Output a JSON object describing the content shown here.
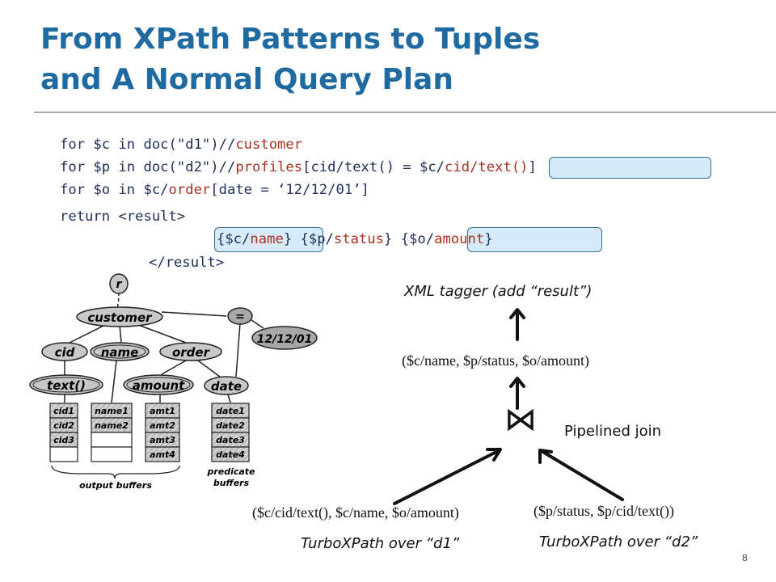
{
  "slide": {
    "title_line1": "From XPath Patterns to Tuples",
    "title_line2": "and A Normal Query Plan",
    "page_number": "8"
  },
  "query": {
    "line1": {
      "a": "for $c in doc(\"d1\")//",
      "b": "customer"
    },
    "line2": {
      "a": "for $p in doc(\"d2\")//",
      "b": "profiles",
      "c": "[cid/text() = $c/",
      "d": "cid/text()",
      "e": "]"
    },
    "line3": {
      "a": "for $o in $c/",
      "b": "order",
      "c": "[date = ‘12/12/01’]"
    },
    "line4": {
      "a": "return <result>"
    },
    "line5": {
      "a": "{$c/",
      "b": "name",
      "c": "} {$p/",
      "d": "status",
      "e": "} {$o/",
      "f": "amount",
      "g": "}"
    },
    "line6": {
      "a": "</result>"
    }
  },
  "tree": {
    "root": "r",
    "customer": "customer",
    "eq": "=",
    "date_value": "12/12/01",
    "cid": "cid",
    "name": "name",
    "order": "order",
    "text": "text()",
    "amount": "amount",
    "date": "date",
    "buffers": {
      "cid": [
        "cid1",
        "cid2",
        "cid3"
      ],
      "name": [
        "name1",
        "name2"
      ],
      "amount": [
        "amt1",
        "amt2",
        "amt3",
        "amt4"
      ],
      "date": [
        "date1",
        "date2",
        "date3",
        "date4"
      ]
    },
    "output_label": "output buffers",
    "predicate_label_1": "predicate",
    "predicate_label_2": "buffers"
  },
  "plan": {
    "tagger": "XML tagger (add “result”)",
    "join_output": "($c/name, $p/status, $o/amount)",
    "join_symbol": "⋈",
    "join_label": "Pipelined join",
    "left_tuple": "($c/cid/text(), $c/name, $o/amount)",
    "right_tuple": "($p/status, $p/cid/text())",
    "left_source": "TurboXPath over “d1”",
    "right_source": "TurboXPath over “d2”"
  },
  "colors": {
    "title": "#1f6aa0",
    "code": "#20305a",
    "code_highlight_text": "#a83222",
    "highlight_fill": "#d6ebfa",
    "highlight_border": "#2f6f9f",
    "tree_node_fill": "#c8c8c8"
  }
}
